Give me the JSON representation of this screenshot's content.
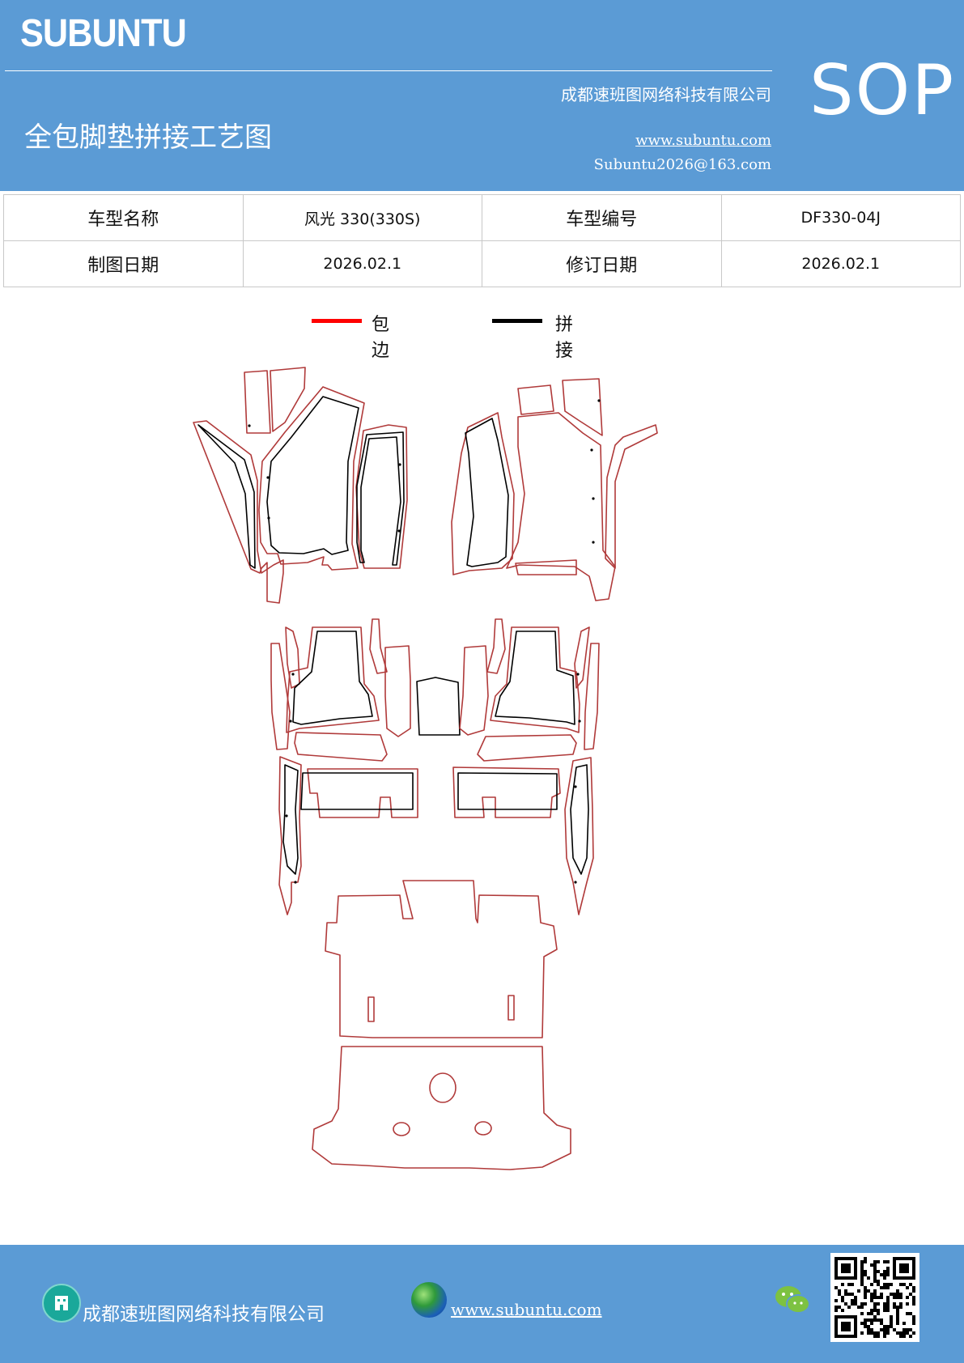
{
  "header": {
    "logo": "SUBUNTU",
    "sop": "SOP",
    "company": "成都速班图网络科技有限公司",
    "title": "全包脚垫拼接工艺图",
    "website": "www.subuntu.com",
    "email": "Subuntu2026@163.com"
  },
  "info_table": [
    [
      "车型名称",
      "风光 330(330S)",
      "车型编号",
      "DF330-04J"
    ],
    [
      "制图日期",
      "2026.02.1",
      "修订日期",
      "2026.02.1"
    ]
  ],
  "legend": [
    {
      "label": "包边",
      "color": "#ff0000"
    },
    {
      "label": "拼接",
      "color": "#000000"
    }
  ],
  "colors": {
    "header_bg": "#5b9bd5",
    "edge_binding": "#b03a3a",
    "stitch": "#000000"
  },
  "footer": {
    "company_icon": "building-icon",
    "company": "成都速班图网络科技有限公司",
    "globe_icon": "globe-icon",
    "website": "www.subuntu.com",
    "wechat_icon": "wechat-icon",
    "qr_icon": "qr-code-icon"
  }
}
